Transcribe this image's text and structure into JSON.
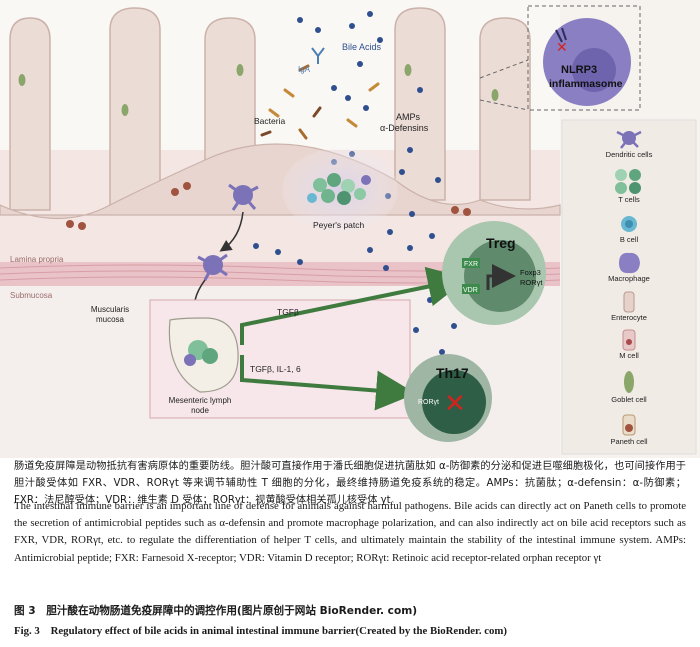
{
  "figure": {
    "labels": {
      "bile_acids": "Bile Acids",
      "iga": "IgA",
      "bacteria": "Bacteria",
      "amps": "AMPs",
      "alpha_defensins": "α-Defensins",
      "nlrp3": "NLRP3",
      "inflammasome": "inflammasome",
      "peyers_patch": "Peyer's patch",
      "lamina_propria": "Lamina propria",
      "submucosa": "Submucosa",
      "muscularis_1": "Muscularis",
      "muscularis_2": "mucosa",
      "mesenteric_1": "Mesenteric lymph",
      "mesenteric_2": "node",
      "tgfb": "TGFβ",
      "tgfb_il16": "TGFβ, IL-1, 6",
      "treg": "Treg",
      "fxr": "FXR",
      "vdr": "VDR",
      "foxp3": "Foxp3",
      "rorgt_treg": "RORγt",
      "th17": "Th17",
      "rorgt_th17": "RORγt"
    },
    "legend": [
      {
        "key": "dendritic",
        "label": "Dendritic cells"
      },
      {
        "key": "tcells",
        "label": "T cells"
      },
      {
        "key": "bcell",
        "label": "B cell"
      },
      {
        "key": "macrophage",
        "label": "Macrophage"
      },
      {
        "key": "enterocyte",
        "label": "Enterocyte"
      },
      {
        "key": "mcell",
        "label": "M cell"
      },
      {
        "key": "goblet",
        "label": "Goblet cell"
      },
      {
        "key": "paneth",
        "label": "Paneth cell"
      }
    ],
    "colors": {
      "bile_acid_dot": "#2f4f8f",
      "tissue": "#efe3de",
      "lamina": "#f1d9dc",
      "treg_cell": "#5f8a6c",
      "th17_cell": "#2e5e45",
      "arrow": "#3f7a3f",
      "dendritic": "#7b72b8",
      "macrophage": "#8a7fc2"
    }
  },
  "caption": {
    "zh": "肠道免疫屏障是动物抵抗有害病原体的重要防线。胆汁酸可直接作用于潘氏细胞促进抗菌肽如 α-防御素的分泌和促进巨噬细胞极化，也可间接作用于胆汁酸受体如 FXR、VDR、RORγt 等来调节辅助性 T 细胞的分化，最终维持肠道免疫系统的稳定。AMPs：抗菌肽；α-defensin：α-防御素；FXR：法尼醇受体；VDR：维生素 D 受体；RORγt：视黄酸受体相关孤儿核受体 γt",
    "en": "The intestinal immune barrier is an important line of defense for animals against harmful pathogens. Bile acids can directly act on Paneth cells to promote the secretion of antimicrobial peptides such as α-defensin and promote macrophage polarization, and can also indirectly act on bile acid receptors such as FXR, VDR, RORγt, etc. to regulate the differentiation of helper T cells, and ultimately maintain the stability of the intestinal immune system. AMPs: Antimicrobial peptide; FXR: Farnesoid X-receptor; VDR: Vitamin D receptor; RORγt: Retinoic acid receptor-related orphan receptor γt"
  },
  "title": {
    "zh": "图 3　胆汁酸在动物肠道免疫屏障中的调控作用(图片原创于网站 BioRender. com)",
    "en": "Fig. 3　Regulatory effect of bile acids in animal intestinal immune barrier(Created by the BioRender. com)"
  }
}
